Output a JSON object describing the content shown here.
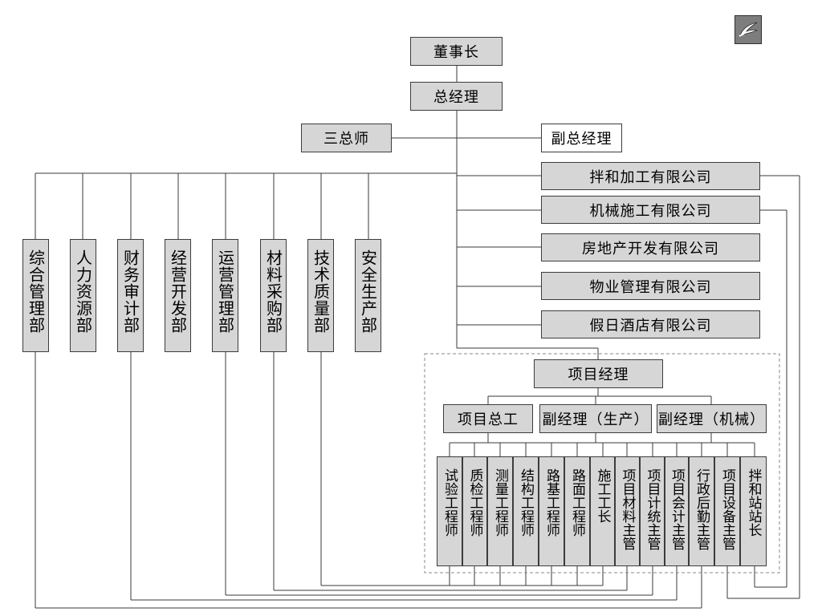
{
  "top": {
    "chairman": "董事长",
    "general_manager": "总经理",
    "three_chief_engineers": "三总师",
    "deputy_general_manager": "副总经理"
  },
  "subsidiaries": [
    "拌和加工有限公司",
    "机械施工有限公司",
    "房地产开发有限公司",
    "物业管理有限公司",
    "假日酒店有限公司"
  ],
  "departments": [
    "综合管理部",
    "人力资源部",
    "财务审计部",
    "经营开发部",
    "运营管理部",
    "材料采购部",
    "技术质量部",
    "安全生产部"
  ],
  "project": {
    "manager": "项目经理",
    "chief_engineer": "项目总工",
    "deputy_production": "副经理（生产）",
    "deputy_machinery": "副经理（机械）",
    "roles": [
      "试验工程师",
      "质检工程师",
      "测量工程师",
      "结构工程师",
      "路基工程师",
      "路面工程师",
      "施工工长",
      "项目材料主管",
      "项目计统主管",
      "项目会计主管",
      "行政后勤主管",
      "项目设备主管",
      "拌和站站长"
    ]
  },
  "logo_icon": "bird-logo-icon"
}
